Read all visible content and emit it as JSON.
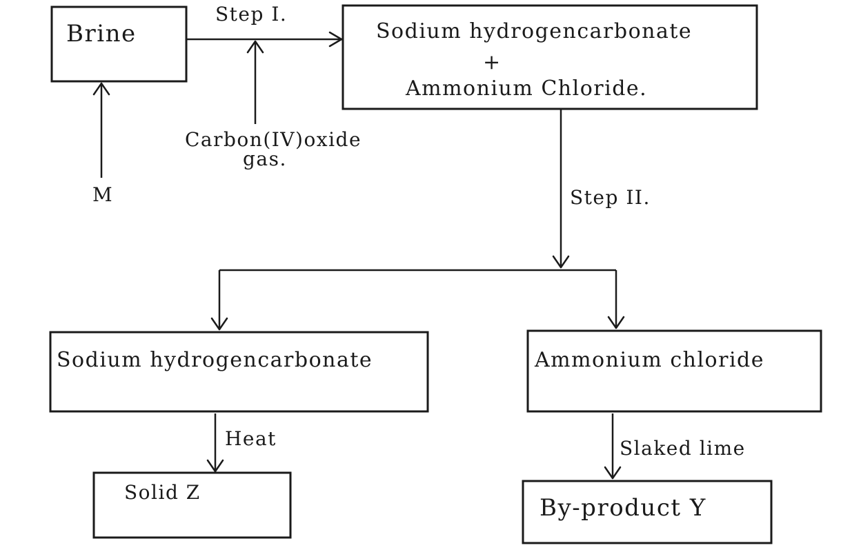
{
  "nodes": {
    "brine": "Brine",
    "mixture_line1": "Sodium hydrogencarbonate",
    "mixture_plus": "+",
    "mixture_line2": "Ammonium Chloride.",
    "sodium_hydrogencarbonate": "Sodium hydrogencarbonate",
    "ammonium_chloride": "Ammonium chloride",
    "solid_z": "Solid Z",
    "by_product_y": "By-product Y"
  },
  "inputs": {
    "m": "M",
    "co2_line1": "Carbon(IV)oxide",
    "co2_line2": "gas."
  },
  "edges": {
    "step1": "Step I.",
    "step2": "Step II.",
    "heat": "Heat",
    "slaked_lime": "Slaked lime"
  }
}
